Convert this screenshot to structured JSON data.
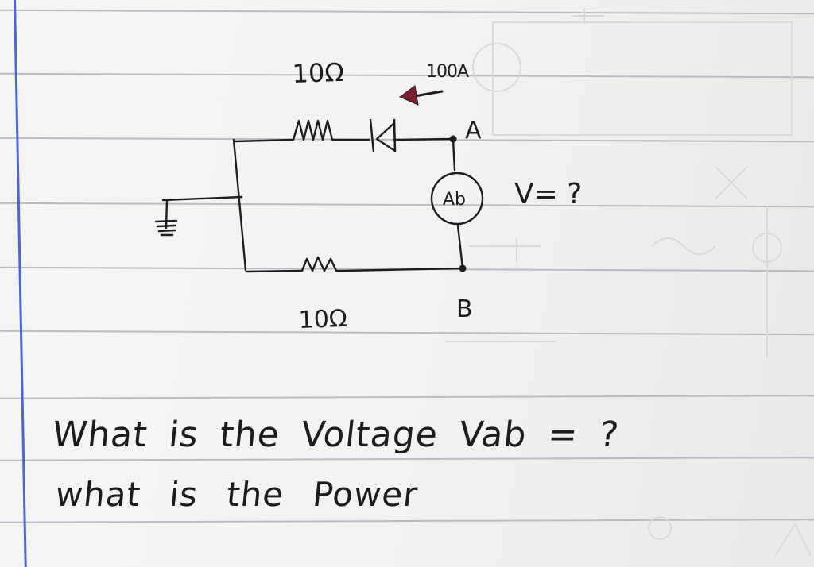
{
  "colors": {
    "paper": "#f3f3f1",
    "ruled_line": "#b9bcc6",
    "margin_line": "#4a66d6",
    "ink": "#1d1d1f",
    "current_arrow": "#7a1f2e"
  },
  "circuit": {
    "resistor_top_label": "10Ω",
    "current_label": "100A",
    "node_a_label": "A",
    "node_b_label": "B",
    "meter_label": "Ab",
    "voltage_query": "V= ?",
    "resistor_bottom_label": "10Ω",
    "components": [
      "resistor-top",
      "diode",
      "resistor-bottom",
      "voltmeter",
      "ground"
    ]
  },
  "questions": {
    "line1": "What is the Voltage Vab = ?",
    "line2": "what is the Power"
  }
}
